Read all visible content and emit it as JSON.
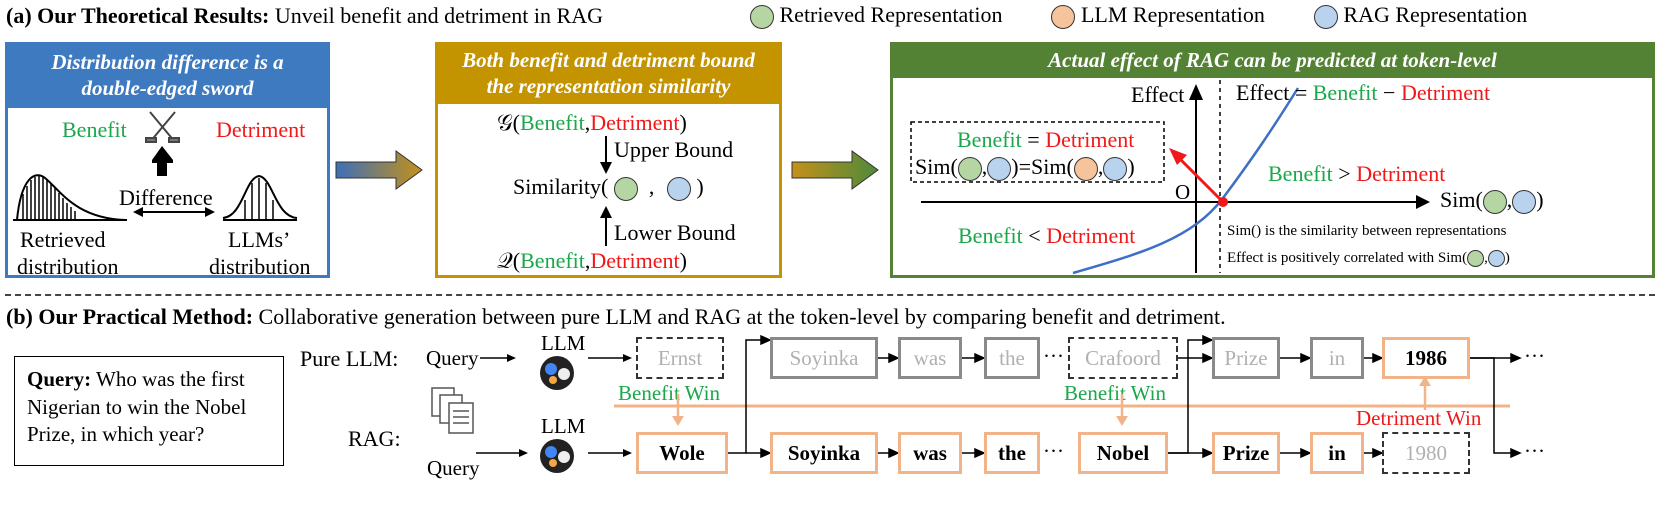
{
  "top": {
    "section_a_label": "(a) Our Theoretical Results:",
    "section_a_text": "Unveil benefit and detriment in RAG",
    "legend": [
      {
        "label": "Retrieved Representation",
        "color": "#b5d6a3"
      },
      {
        "label": "LLM Representation",
        "color": "#f5c39c"
      },
      {
        "label": "RAG Representation",
        "color": "#b9d3ee"
      }
    ]
  },
  "panel1": {
    "header_line1": "Distribution difference is a",
    "header_line2": "double-edged sword",
    "header_color": "#3d7ac0",
    "benefit": "Benefit",
    "detriment": "Detriment",
    "difference": "Difference",
    "retrieved_line1": "Retrieved",
    "retrieved_line2": "distribution",
    "llm_line1": "LLMs’",
    "llm_line2": "distribution"
  },
  "panel2": {
    "header_line1": "Both benefit and detriment bound",
    "header_line2": "the representation similarity",
    "header_color": "#c49300",
    "g_prefix": "𝒢(",
    "q_prefix": "𝒬(",
    "benefit": "Benefit",
    "comma": ",",
    "detriment": "Detriment",
    "close": ")",
    "upper_bound": "Upper Bound",
    "lower_bound": "Lower Bound",
    "similarity": "Similarity("
  },
  "panel3": {
    "header": "Actual effect of RAG can be predicted at token-level",
    "header_color": "#548235",
    "effect_axis": "Effect",
    "effect_eq_prefix": "Effect =",
    "benefit": "Benefit",
    "minus": "−",
    "detriment": "Detriment",
    "eq": "=",
    "sim_left": "Sim(",
    "sim_mid": ")=Sim(",
    "sim_close": ")",
    "gt": ">",
    "lt": "<",
    "origin": "O",
    "sim_axis": "Sim(",
    "note1": "Sim() is the similarity between representations",
    "note2": "Effect is positively correlated with Sim("
  },
  "bottom": {
    "section_b_label": "(b) Our Practical Method:",
    "section_b_text": "Collaborative generation between pure LLM and RAG at the token-level by comparing benefit and detriment.",
    "query_label": "Query:",
    "query_text_line1": "Who was the first",
    "query_text_line2": "Nigerian to  win the Nobel",
    "query_text_line3": "Prize, in which year?",
    "pure_llm": "Pure LLM:",
    "rag": "RAG:",
    "query_word": "Query",
    "llm_word": "LLM",
    "benefit_win": "Benefit Win",
    "detriment_win": "Detriment Win",
    "ellipsis": "···",
    "llm_tokens": [
      "Ernst",
      "Soyinka",
      "was",
      "the",
      "Crafoord",
      "Prize",
      "in",
      "1986"
    ],
    "rag_tokens": [
      "Wole",
      "Soyinka",
      "was",
      "the",
      "Nobel",
      "Prize",
      "in",
      "1980"
    ]
  }
}
